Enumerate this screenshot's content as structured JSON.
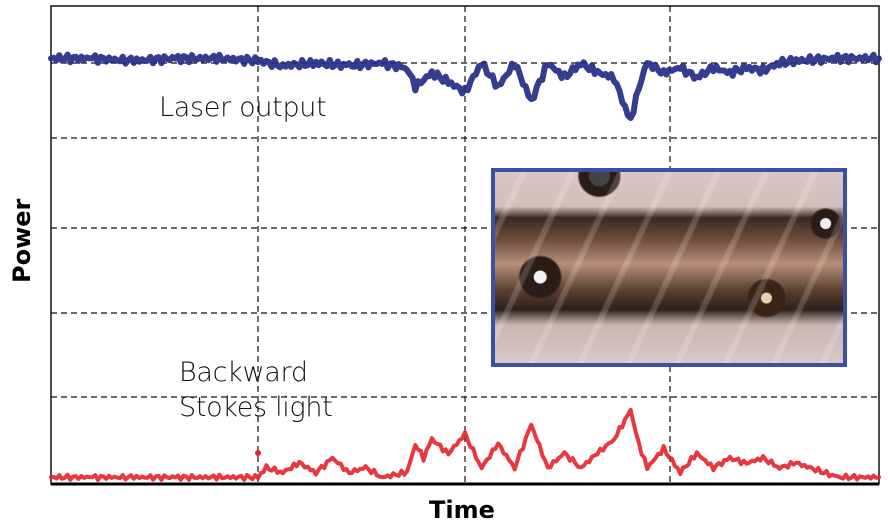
{
  "chart_data": {
    "type": "line",
    "title": "",
    "xlabel": "Time",
    "ylabel": "Power",
    "grid": true,
    "grid_style": "dashed",
    "axis_ticks": "none",
    "legend": "none",
    "series": [
      {
        "name": "Laser output",
        "color": "#232c86",
        "label_position": "below curve, left-center",
        "description": "Near-constant high power; stable until ~25% of time, then oscillating dips from ~43% to ~72% with deepest dip near 70%; returns to stable level toward end",
        "x": [
          0,
          5,
          10,
          15,
          20,
          25,
          28,
          32,
          36,
          40,
          43,
          44,
          46,
          48,
          50,
          52,
          54,
          56,
          58,
          60,
          62,
          64,
          66,
          68,
          69,
          70,
          71,
          72,
          74,
          76,
          78,
          80,
          82,
          84,
          86,
          88,
          90,
          95,
          100
        ],
        "y": [
          0.89,
          0.89,
          0.885,
          0.89,
          0.89,
          0.885,
          0.875,
          0.88,
          0.875,
          0.88,
          0.87,
          0.83,
          0.86,
          0.84,
          0.82,
          0.88,
          0.83,
          0.88,
          0.8,
          0.88,
          0.85,
          0.88,
          0.86,
          0.85,
          0.8,
          0.76,
          0.83,
          0.88,
          0.86,
          0.87,
          0.85,
          0.87,
          0.86,
          0.87,
          0.865,
          0.88,
          0.885,
          0.89,
          0.89
        ]
      },
      {
        "name": "Backward Stokes light",
        "color": "#e8212a",
        "label_position": "above curve, left-center",
        "description": "Near zero baseline; small bumps from ~25%, bursts of peaks between ~43% and ~72% with largest peak near 70%; decays to baseline near end",
        "x": [
          0,
          5,
          10,
          15,
          20,
          25,
          26,
          28,
          30,
          32,
          34,
          36,
          38,
          40,
          43,
          44,
          45,
          46,
          48,
          50,
          52,
          54,
          56,
          58,
          60,
          62,
          64,
          66,
          68,
          69,
          70,
          71,
          72,
          74,
          76,
          78,
          80,
          82,
          84,
          86,
          88,
          90,
          95,
          100
        ],
        "y": [
          0.01,
          0.01,
          0.01,
          0.01,
          0.01,
          0.01,
          0.03,
          0.02,
          0.04,
          0.02,
          0.05,
          0.02,
          0.03,
          0.01,
          0.02,
          0.08,
          0.05,
          0.09,
          0.06,
          0.1,
          0.03,
          0.08,
          0.03,
          0.12,
          0.03,
          0.06,
          0.03,
          0.06,
          0.09,
          0.12,
          0.15,
          0.08,
          0.03,
          0.07,
          0.02,
          0.06,
          0.03,
          0.05,
          0.04,
          0.05,
          0.03,
          0.04,
          0.01,
          0.01
        ]
      }
    ],
    "inset_image": {
      "description": "Photograph of weld bead with spatter balls",
      "border_color": "#3c4fa8"
    },
    "annotations": [
      "Laser output",
      "Backward Stokes light"
    ]
  },
  "labels": {
    "series1": "Laser output",
    "series2_line1": "Backward",
    "series2_line2": "Stokes light",
    "xlabel": "Time",
    "ylabel": "Power"
  },
  "colors": {
    "laser": "#232c86",
    "stokes": "#e8212a",
    "axis": "#000000",
    "grid": "#000000",
    "inset_border": "#3c4fa8"
  }
}
